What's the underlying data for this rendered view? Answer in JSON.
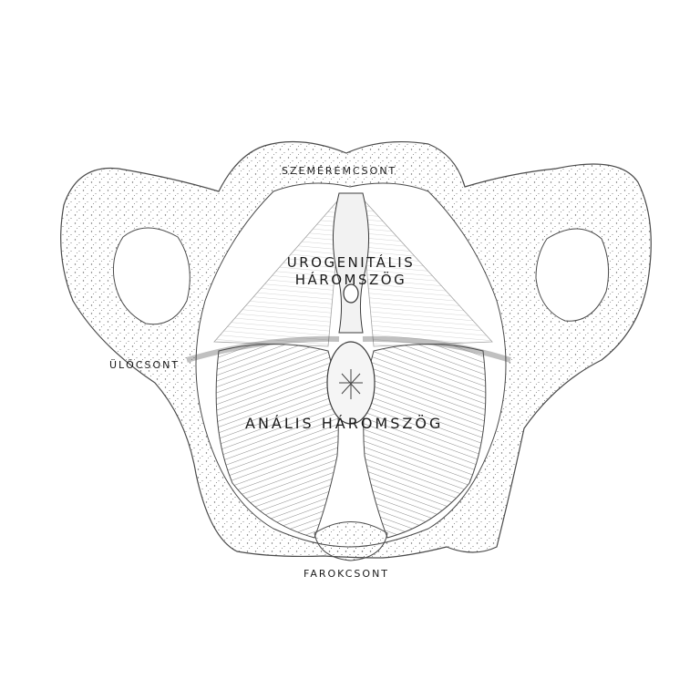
{
  "labels": {
    "pubis": "SZEMÉREMCSONT",
    "urogenital_line1": "UROGENITÁLIS",
    "urogenital_line2": "HÁROMSZÖG",
    "ischium": "ÜLŐCSONT",
    "anal": "ANÁLIS HÁROMSZÖG",
    "coccyx": "FAROKCSONT"
  },
  "colors": {
    "ink": "#1a1a1a",
    "stipple": "#6b6b6b",
    "muscle": "#8a8a8a",
    "background": "#ffffff"
  }
}
